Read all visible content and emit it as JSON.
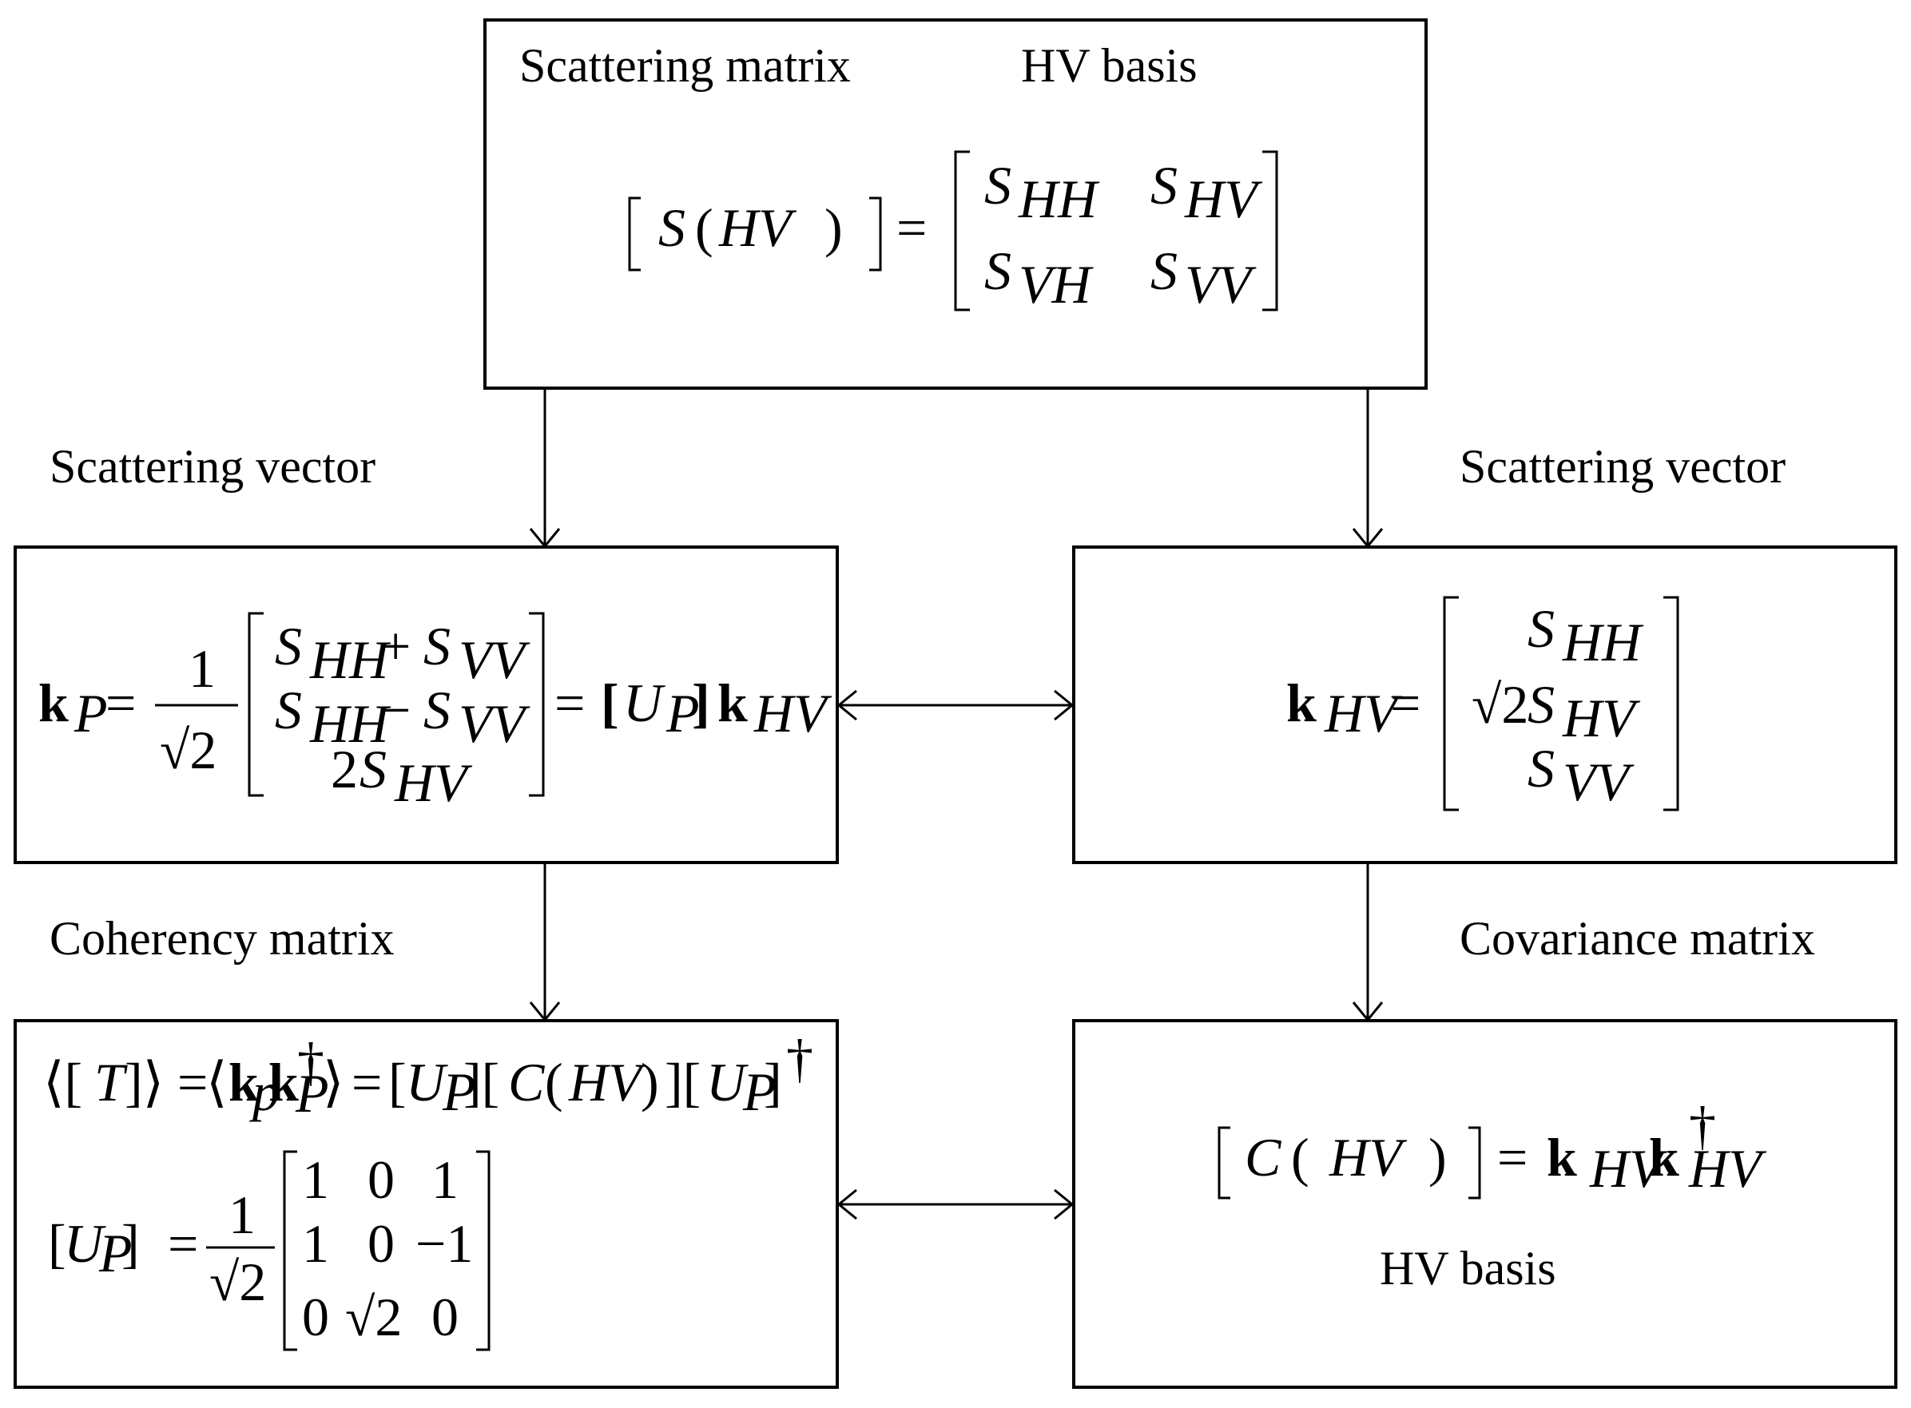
{
  "top_box": {
    "title_left": "Scattering matrix",
    "title_right": "HV basis",
    "lhs": "[S(HV)] =",
    "matrix": [
      [
        "S_HH",
        "S_HV"
      ],
      [
        "S_VH",
        "S_VV"
      ]
    ]
  },
  "left_label_1": "Scattering vector",
  "right_label_1": "Scattering vector",
  "left_label_2": "Coherency matrix",
  "right_label_2": "Covariance matrix",
  "pauli_box": {
    "lhs": "k_P = 1/√2",
    "vector": [
      "S_HH + S_VV",
      "S_HH − S_VV",
      "2S_HV"
    ],
    "rhs": "= [U_P] k_HV"
  },
  "lexico_box": {
    "lhs": "k_HV =",
    "vector": [
      "S_HH",
      "√2 S_HV",
      "S_VV"
    ]
  },
  "coherency_box": {
    "eq1": "⟨[T]⟩ = ⟨k_P k_P†⟩ = [U_P][C(HV)][U_P]†",
    "up_lhs": "[U_P] = 1/√2",
    "up_matrix": [
      [
        "1",
        "0",
        "1"
      ],
      [
        "1",
        "0",
        "−1"
      ],
      [
        "0",
        "√2",
        "0"
      ]
    ]
  },
  "covariance_box": {
    "eq": "[C(HV)] = k_HV k_HV†",
    "caption": "HV basis"
  }
}
